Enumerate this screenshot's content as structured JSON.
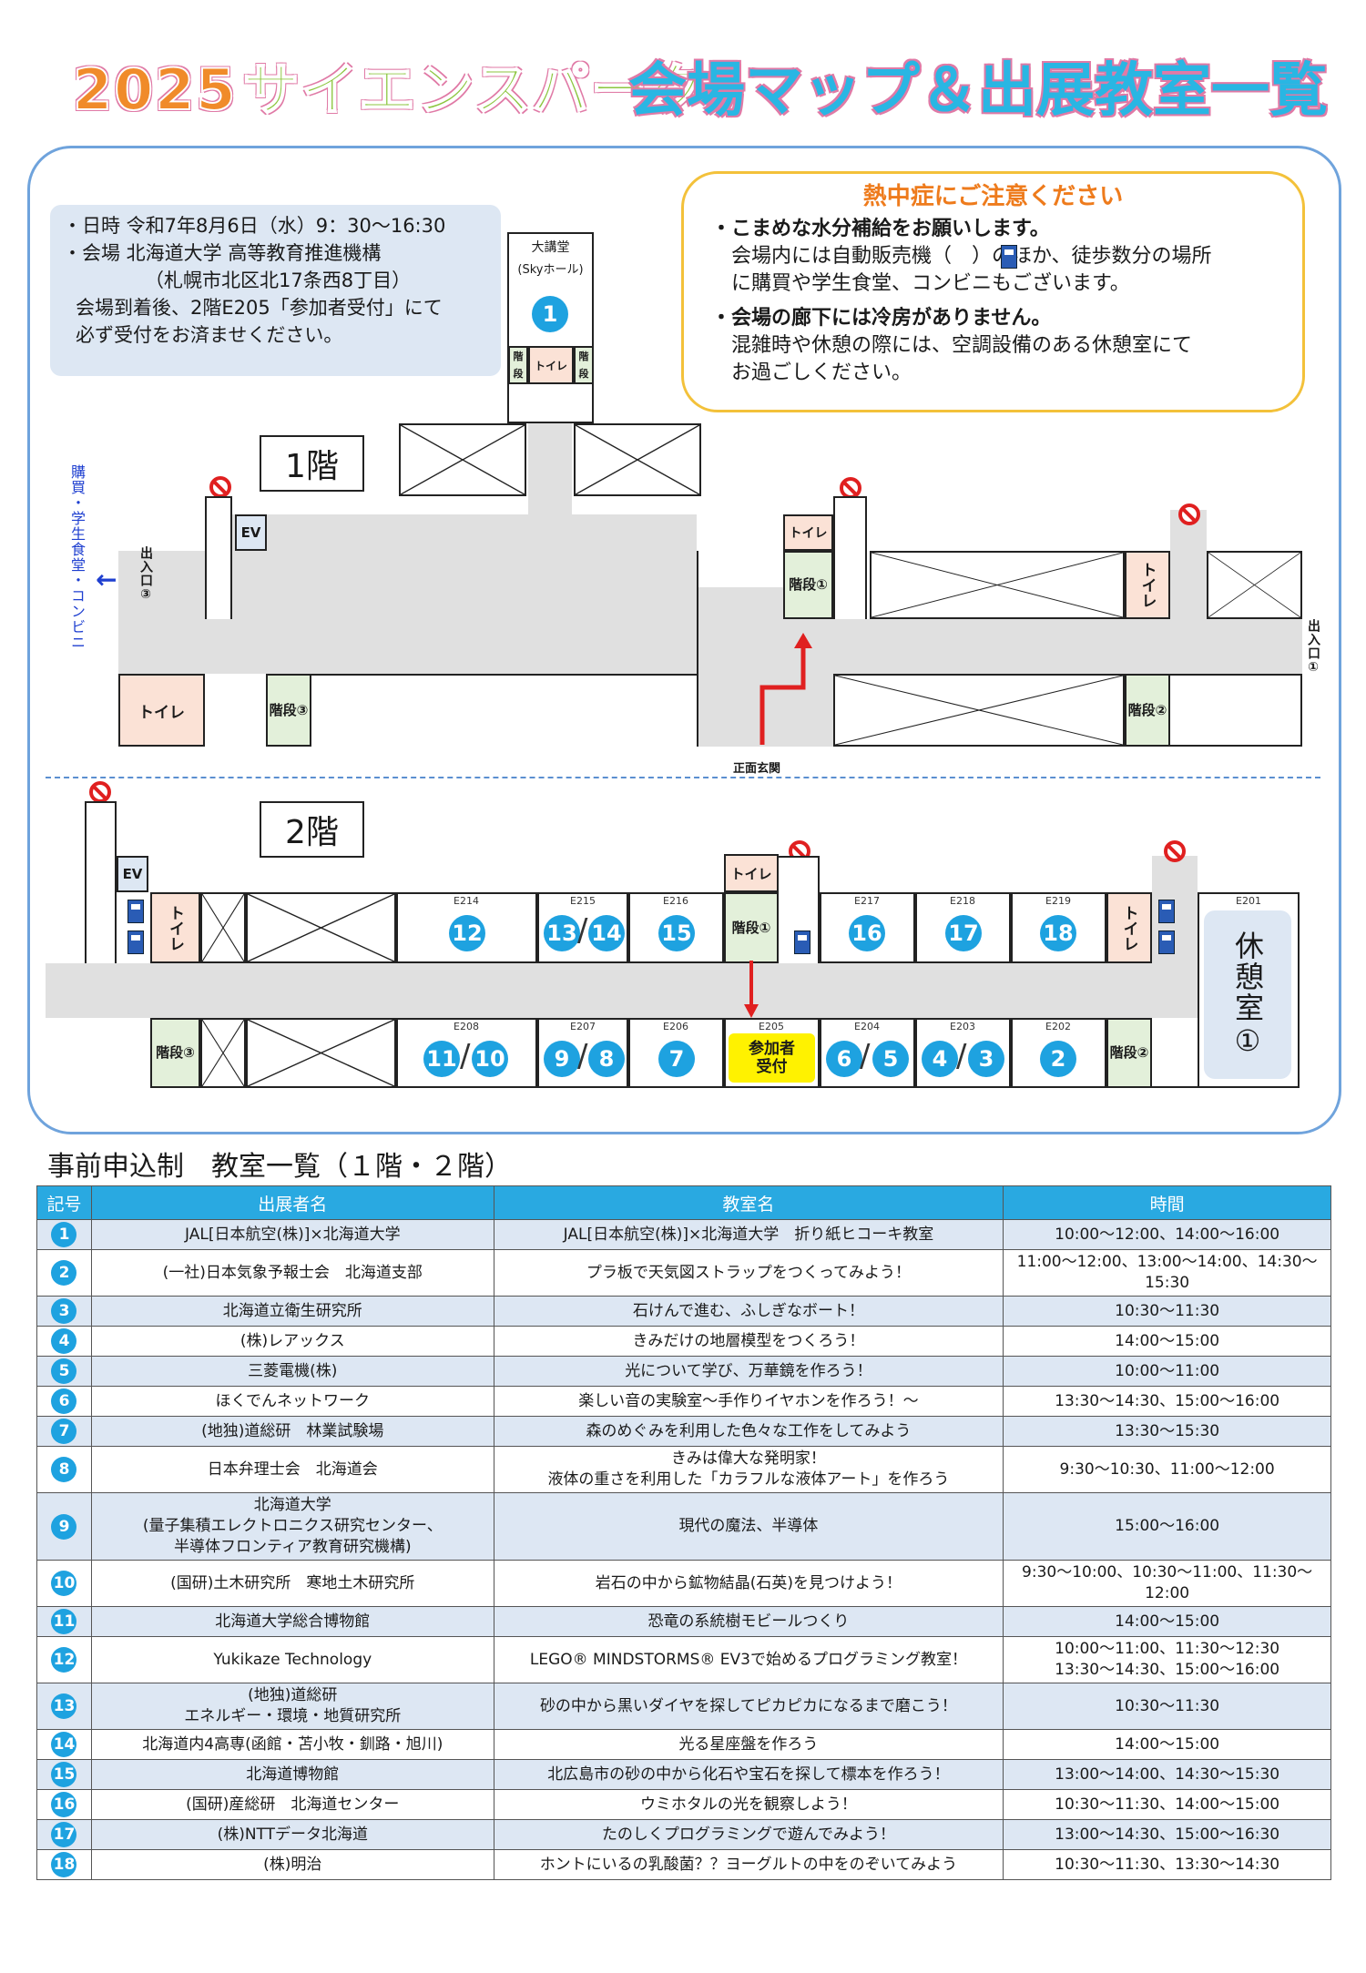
{
  "header": {
    "year": "2025",
    "event": "サイエンスパーク",
    "title": "会場マップ＆出展教室一覧"
  },
  "info": {
    "line1": "・日時 令和7年8月6日（水）9：30～16:30",
    "line2": "・会場 北海道大学 高等教育推進機構",
    "line3": "（札幌市北区北17条西8丁目）",
    "line4": "会場到着後、2階E205「参加者受付」にて",
    "line5": "必ず受付をお済ませください。"
  },
  "notice": {
    "title": "熱中症にご注意ください",
    "item1_head": "・こまめな水分補給をお願いします。",
    "item1_l1": "会場内には自動販売機（　）のほか、徒歩数分の場所",
    "item1_l2": "に購買や学生食堂、コンビニもございます。",
    "item2_head": "・会場の廊下には冷房がありません。",
    "item2_l1": "混雑時や休憩の際には、空調設備のある休憩室にて",
    "item2_l2": "お過ごしください。"
  },
  "map": {
    "floor1": "1階",
    "floor2": "2階",
    "auditorium": "大講堂",
    "auditorium_sub": "(Skyホール)",
    "toilet": "トイレ",
    "stairs_short": "階段",
    "ev": "EV",
    "stairs1": "階段①",
    "stairs2": "階段②",
    "stairs3": "階段③",
    "exit1": "出入口①",
    "exit3": "出入口③",
    "front": "正面玄関",
    "shop": "購買・学生食堂・コンビニ",
    "rest_room": "休憩室①",
    "reception": "参加者受付",
    "rooms": {
      "e214": "E214",
      "e215": "E215",
      "e216": "E216",
      "e217": "E217",
      "e218": "E218",
      "e219": "E219",
      "e201": "E201",
      "e208": "E208",
      "e207": "E207",
      "e206": "E206",
      "e205": "E205",
      "e204": "E204",
      "e203": "E203",
      "e202": "E202"
    },
    "nums": [
      "1",
      "2",
      "3",
      "4",
      "5",
      "6",
      "7",
      "8",
      "9",
      "10",
      "11",
      "12",
      "13",
      "14",
      "15",
      "16",
      "17",
      "18"
    ]
  },
  "list": {
    "title": "事前申込制　教室一覧（１階・２階）",
    "headers": [
      "記号",
      "出展者名",
      "教室名",
      "時間"
    ],
    "rows": [
      {
        "no": "1",
        "exhibitor": "JAL[日本航空(株)]×北海道大学",
        "classroom": "JAL[日本航空(株)]×北海道大学　折り紙ヒコーキ教室",
        "time": "10:00～12:00、14:00～16:00"
      },
      {
        "no": "2",
        "exhibitor": "(一社)日本気象予報士会　北海道支部",
        "classroom": "プラ板で天気図ストラップをつくってみよう！",
        "time": "11:00～12:00、13:00～14:00、14:30～15:30"
      },
      {
        "no": "3",
        "exhibitor": "北海道立衛生研究所",
        "classroom": "石けんで進む、ふしぎなボート！",
        "time": "10:30～11:30"
      },
      {
        "no": "4",
        "exhibitor": "(株)レアックス",
        "classroom": "きみだけの地層模型をつくろう！",
        "time": "14:00～15:00"
      },
      {
        "no": "5",
        "exhibitor": "三菱電機(株)",
        "classroom": "光について学び、万華鏡を作ろう！",
        "time": "10:00～11:00"
      },
      {
        "no": "6",
        "exhibitor": "ほくでんネットワーク",
        "classroom": "楽しい音の実験室～手作りイヤホンを作ろう！～",
        "time": "13:30～14:30、15:00～16:00"
      },
      {
        "no": "7",
        "exhibitor": "(地独)道総研　林業試験場",
        "classroom": "森のめぐみを利用した色々な工作をしてみよう",
        "time": "13:30～15:30"
      },
      {
        "no": "8",
        "exhibitor": "日本弁理士会　北海道会",
        "classroom": "きみは偉大な発明家！\n液体の重さを利用した「カラフルな液体アート」を作ろう",
        "time": "9:30～10:30、11:00～12:00"
      },
      {
        "no": "9",
        "exhibitor": "北海道大学\n(量子集積エレクトロニクス研究センター、\n半導体フロンティア教育研究機構)",
        "classroom": "現代の魔法、半導体",
        "time": "15:00～16:00"
      },
      {
        "no": "10",
        "exhibitor": "(国研)土木研究所　寒地土木研究所",
        "classroom": "岩石の中から鉱物結晶(石英)を見つけよう！",
        "time": "9:30～10:00、10:30～11:00、11:30～12:00"
      },
      {
        "no": "11",
        "exhibitor": "北海道大学総合博物館",
        "classroom": "恐竜の系統樹モビールつくり",
        "time": "14:00～15:00"
      },
      {
        "no": "12",
        "exhibitor": "Yukikaze Technology",
        "classroom": "LEGO® MINDSTORMS® EV3で始めるプログラミング教室！",
        "time": "10:00～11:00、11:30～12:30\n13:30～14:30、15:00～16:00"
      },
      {
        "no": "13",
        "exhibitor": "(地独)道総研\nエネルギー・環境・地質研究所",
        "classroom": "砂の中から黒いダイヤを探してピカピカになるまで磨こう！",
        "time": "10:30～11:30"
      },
      {
        "no": "14",
        "exhibitor": "北海道内4高専(函館・苫小牧・釧路・旭川)",
        "classroom": "光る星座盤を作ろう",
        "time": "14:00～15:00"
      },
      {
        "no": "15",
        "exhibitor": "北海道博物館",
        "classroom": "北広島市の砂の中から化石や宝石を探して標本を作ろう！",
        "time": "13:00～14:00、14:30～15:30"
      },
      {
        "no": "16",
        "exhibitor": "(国研)産総研　北海道センター",
        "classroom": "ウミホタルの光を観察しよう！",
        "time": "10:30～11:30、14:00～15:00"
      },
      {
        "no": "17",
        "exhibitor": "(株)NTTデータ北海道",
        "classroom": "たのしくプログラミングで遊んでみよう！",
        "time": "13:00～14:30、15:00～16:30"
      },
      {
        "no": "18",
        "exhibitor": "(株)明治",
        "classroom": "ホントにいるの乳酸菌？？ヨーグルトの中をのぞいてみよう",
        "time": "10:30～11:30、13:30～14:30"
      }
    ]
  }
}
